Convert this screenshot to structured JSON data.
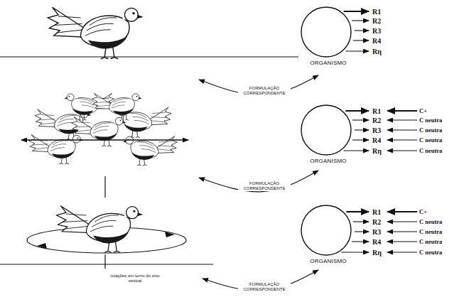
{
  "diagram": {
    "nodes": [
      {
        "text": [
          "ORGANISMO"
        ]
      },
      {
        "text": [
          "ORGANISMO"
        ]
      },
      {
        "text": [
          "ORGANISMO"
        ]
      }
    ],
    "labels": [
      "FORMULAÇÃO CORRESPONDENTE",
      "R1",
      "R2",
      "R3",
      "R4",
      "Rη",
      "FORMULAÇÃO CORRESPONDENTE",
      "R1",
      "R2",
      "R3",
      "R4",
      "Rη",
      "C+",
      "C neutra",
      "C neutra",
      "C neutra",
      "C neutra",
      "FORMULAÇÃO CORRESPONDENTE",
      "R1",
      "R2",
      "R3",
      "R4",
      "Rη",
      "C+",
      "C neutra",
      "C neutra",
      "C neutra",
      "C neutra",
      "rotações em torno do eixo vertical"
    ]
  }
}
